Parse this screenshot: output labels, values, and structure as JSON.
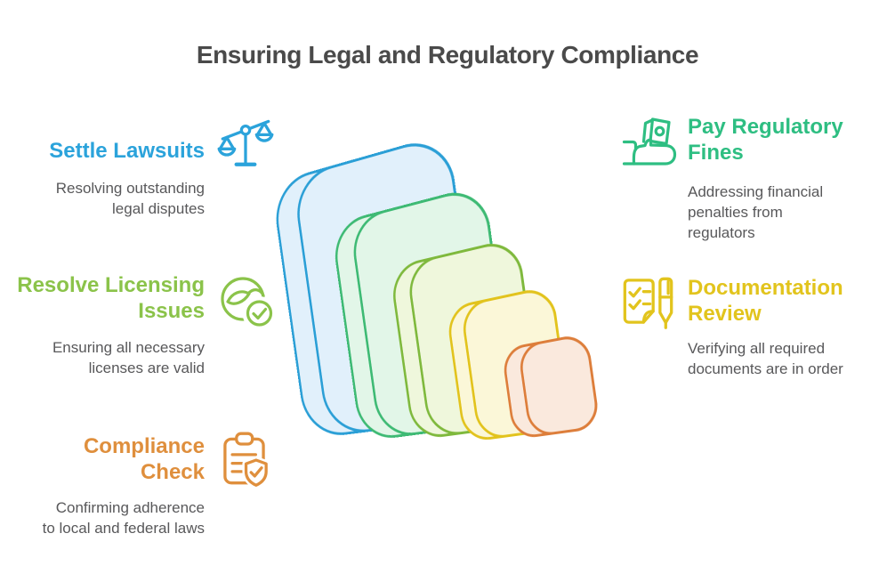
{
  "page": {
    "title": "Ensuring Legal and Regulatory Compliance",
    "title_color": "#4a4a4a",
    "background": "#ffffff",
    "body_text_color": "#58585a"
  },
  "items": [
    {
      "id": "settle-lawsuits",
      "side": "left",
      "title_lines": [
        "Settle Lawsuits"
      ],
      "description_lines": [
        "Resolving outstanding",
        "legal disputes"
      ],
      "color": "#2ba3db",
      "icon": "scales-of-justice-icon"
    },
    {
      "id": "resolve-licensing-issues",
      "side": "left",
      "title_lines": [
        "Resolve Licensing",
        "Issues"
      ],
      "description_lines": [
        "Ensuring all necessary",
        "licenses are valid"
      ],
      "color": "#8bc34a",
      "icon": "license-check-icon"
    },
    {
      "id": "compliance-check",
      "side": "left",
      "title_lines": [
        "Compliance",
        "Check"
      ],
      "description_lines": [
        "Confirming adherence",
        "to local and federal laws"
      ],
      "color": "#df8f3d",
      "icon": "clipboard-shield-icon"
    },
    {
      "id": "pay-regulatory-fines",
      "side": "right",
      "title_lines": [
        "Pay Regulatory",
        "Fines"
      ],
      "description_lines": [
        "Addressing financial",
        "penalties from",
        "regulators"
      ],
      "color": "#2ebe82",
      "icon": "hand-money-icon"
    },
    {
      "id": "documentation-review",
      "side": "right",
      "title_lines": [
        "Documentation",
        "Review"
      ],
      "description_lines": [
        "Verifying all required",
        "documents are in order"
      ],
      "color": "#e2c41d",
      "icon": "document-pen-icon"
    }
  ],
  "center_graphic": {
    "description": "stack of five 3D rounded squares, large to small, left to right",
    "layers": [
      {
        "name": "layer-1-blue",
        "stroke": "#2b9fd6",
        "fill": "#e1f0fb"
      },
      {
        "name": "layer-2-green",
        "stroke": "#3eba74",
        "fill": "#e2f6e8"
      },
      {
        "name": "layer-3-lime",
        "stroke": "#7fb93d",
        "fill": "#eff7dc"
      },
      {
        "name": "layer-4-yellow",
        "stroke": "#e2c31d",
        "fill": "#fbf7d8"
      },
      {
        "name": "layer-5-orange",
        "stroke": "#dd7e3b",
        "fill": "#fae9dd"
      }
    ]
  }
}
